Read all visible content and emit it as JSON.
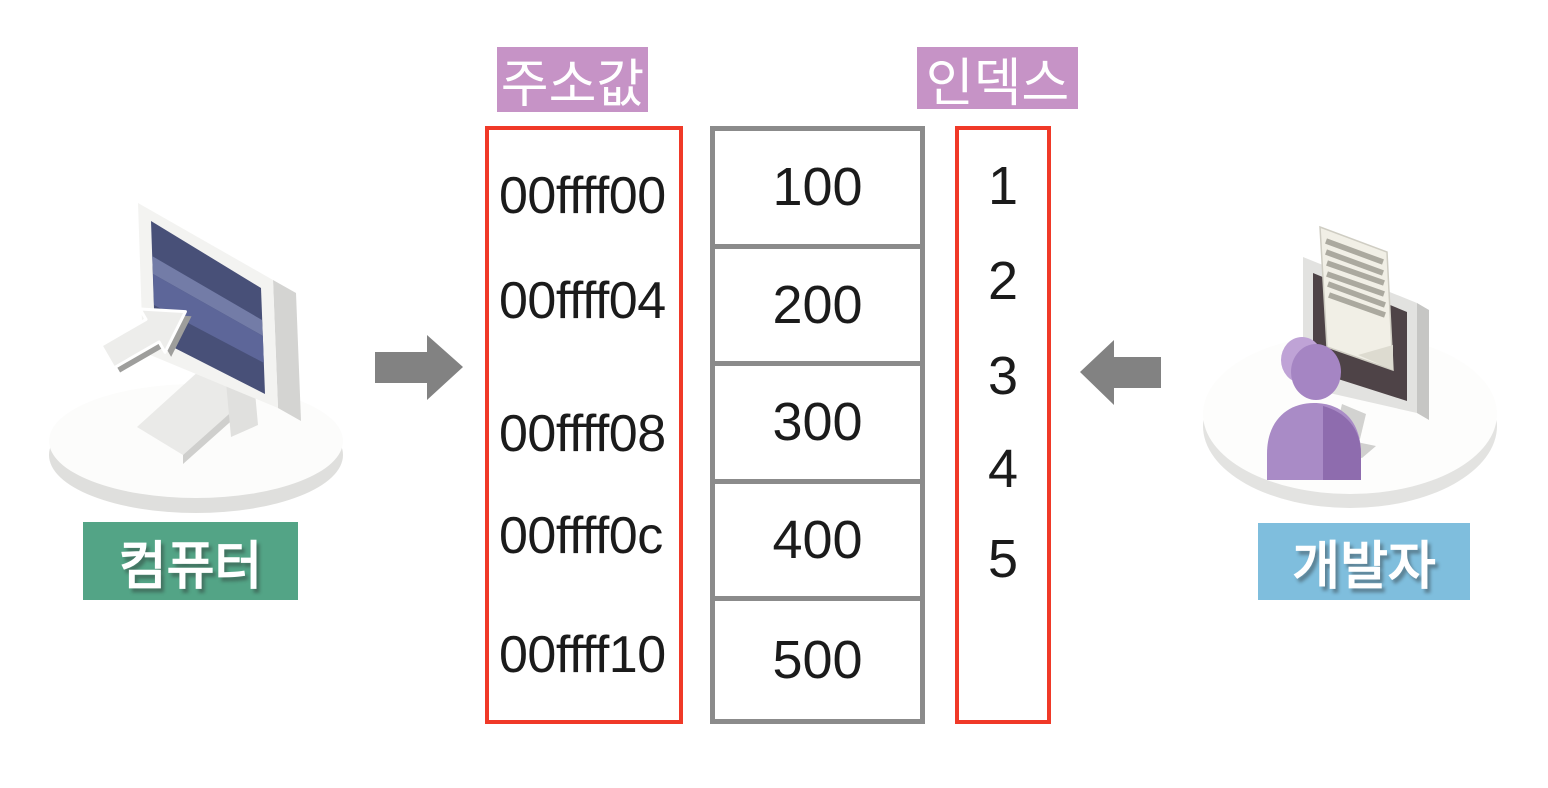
{
  "labels": {
    "address_column": "주소값",
    "index_column": "인덱스",
    "computer": "컴퓨터",
    "developer": "개발자"
  },
  "memory_table": {
    "addresses": [
      "00ffff00",
      "00ffff04",
      "00ffff08",
      "00ffff0c",
      "00ffff10"
    ],
    "values": [
      "100",
      "200",
      "300",
      "400",
      "500"
    ],
    "indexes": [
      "1",
      "2",
      "3",
      "4",
      "5"
    ]
  },
  "icons": {
    "left": "computer-monitor-cursor-icon",
    "right": "developer-person-document-icon",
    "computer_to_memory": "arrow-right-icon",
    "developer_to_memory": "arrow-left-icon"
  },
  "colors": {
    "header_tag_bg": "#c693c6",
    "computer_tag_bg": "#53a486",
    "developer_tag_bg": "#7fbedd",
    "tag_text": "#ffffff",
    "red_border": "#f03928",
    "gray_border": "#8b8b8b",
    "arrow_gray": "#828282",
    "cell_text": "#1b1b1b",
    "screen_navy": "#485078",
    "person_purple": "#a585c3"
  }
}
